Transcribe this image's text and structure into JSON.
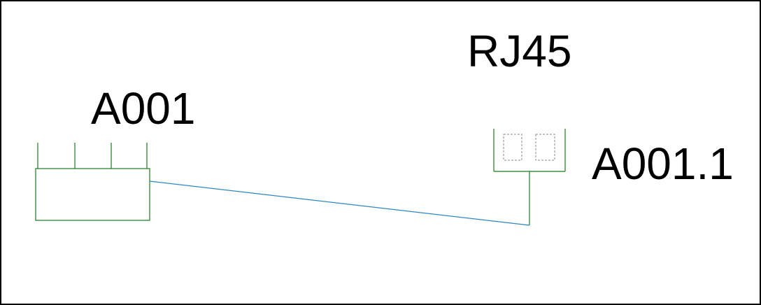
{
  "diagram": {
    "device_label": "A001",
    "connector_type_label": "RJ45",
    "connector_label": "A001.1"
  },
  "colors": {
    "frame": "#000000",
    "symbol": "#1a7a1a",
    "wire": "#2e86c1",
    "port": "#8a8a8a",
    "text": "#000000"
  }
}
